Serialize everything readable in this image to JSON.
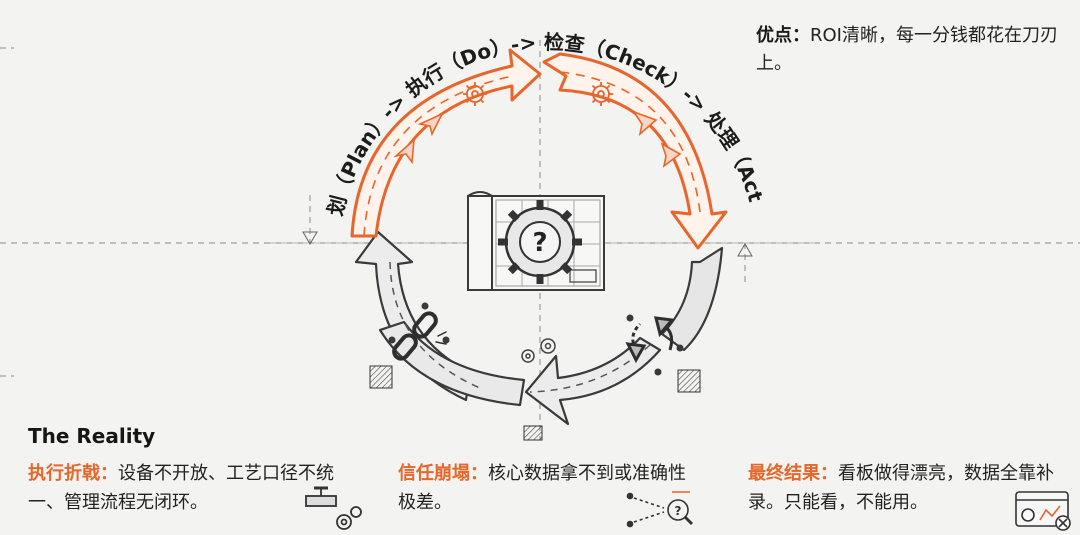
{
  "cycle": {
    "label": "计划（Plan）-> 执行（Do）-> 检查（Check）-> 处理（Act）"
  },
  "top_note": {
    "key": "优点：",
    "text": "ROI清晰，每一分钱都花在刀刃上。"
  },
  "reality": {
    "title": "The Reality"
  },
  "notes": [
    {
      "key": "执行折戟：",
      "text": "设备不开放、工艺口径不统一、管理流程无闭环。"
    },
    {
      "key": "信任崩塌：",
      "text": "核心数据拿不到或准确性极差。"
    },
    {
      "key": "最终结果：",
      "text": "看板做得漂亮，数据全靠补录。只能看，不能用。"
    }
  ],
  "center_icon": "gear-question-icon",
  "colors": {
    "accent": "#e8652b",
    "ink": "#2f2f2f",
    "background": "#f3f3f2"
  }
}
